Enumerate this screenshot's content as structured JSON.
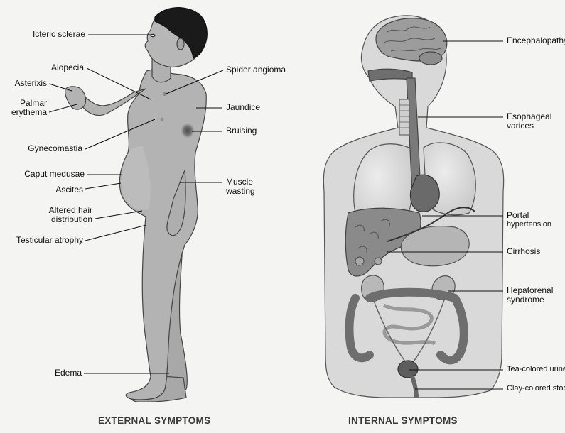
{
  "external": {
    "caption": "EXTERNAL SYMPTOMS",
    "labels": {
      "icteric_sclerae": "Icteric sclerae",
      "alopecia": "Alopecia",
      "asterixis": "Asterixis",
      "palmar_erythema_1": "Palmar",
      "palmar_erythema_2": "erythema",
      "gynecomastia": "Gynecomastia",
      "caput_medusae": "Caput medusae",
      "ascites": "Ascites",
      "altered_hair_1": "Altered hair",
      "altered_hair_2": "distribution",
      "testicular_atrophy": "Testicular atrophy",
      "edema": "Edema",
      "spider_angioma": "Spider angioma",
      "jaundice": "Jaundice",
      "bruising": "Bruising",
      "muscle_wasting_1": "Muscle",
      "muscle_wasting_2": "wasting"
    }
  },
  "internal": {
    "caption": "INTERNAL SYMPTOMS",
    "labels": {
      "encephalopathy": "Encephalopathy",
      "esophageal_varices_1": "Esophageal",
      "esophageal_varices_2": "varices",
      "portal_hypertension_1": "Portal",
      "portal_hypertension_2": "hypertension",
      "cirrhosis": "Cirrhosis",
      "hepatorenal_1": "Hepatorenal",
      "hepatorenal_2": "syndrome",
      "tea_colored_urine": "Tea-colored urine",
      "clay_colored_stool": "Clay-colored stool"
    }
  }
}
